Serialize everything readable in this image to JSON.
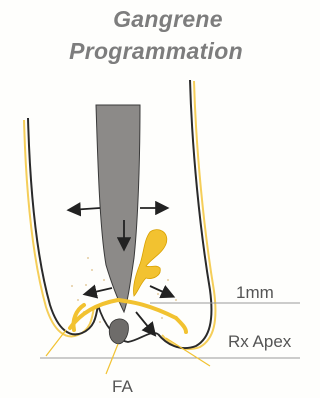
{
  "title": {
    "line1": "Gangrene",
    "line2": "Programmation"
  },
  "labels": {
    "distance": "1mm",
    "apex": "Rx Apex",
    "fa": "FA"
  },
  "colors": {
    "canal_fill": "#8c8a88",
    "dentin_outline": "#2a2a2a",
    "yellow_highlight": "#f2c230",
    "leader_line": "#9a9a9a",
    "title_text": "#7d7d7d"
  }
}
